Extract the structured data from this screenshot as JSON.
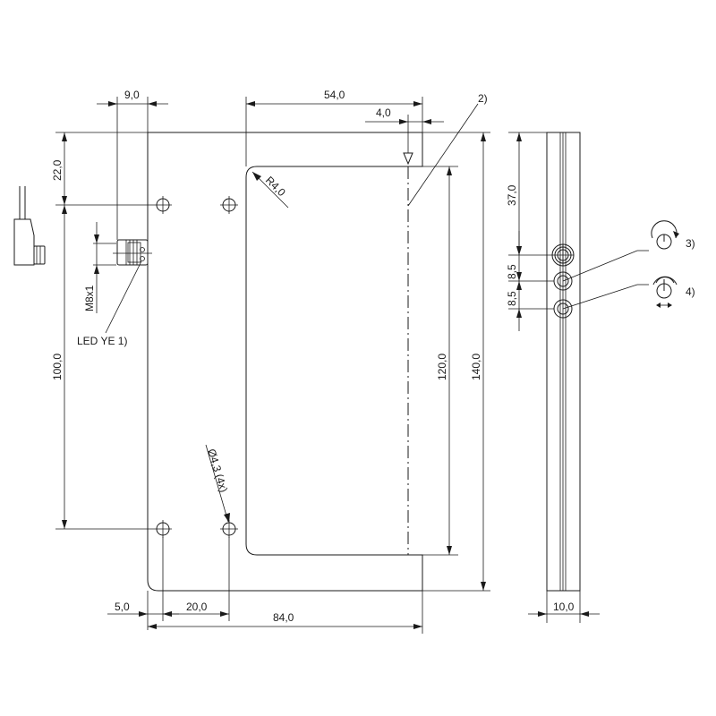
{
  "dimensions": {
    "width_9": "9,0",
    "width_54": "54,0",
    "offset_4": "4,0",
    "height_22": "22,0",
    "radius": "R4,0",
    "height_100": "100,0",
    "height_120": "120,0",
    "height_140": "140,0",
    "height_37": "37,0",
    "pitch_a": "8,5",
    "pitch_b": "8,5",
    "bottom_5": "5,0",
    "bottom_20": "20,0",
    "bottom_84": "84,0",
    "side_10": "10,0"
  },
  "labels": {
    "thread": "M8x1",
    "led": "LED YE 1)",
    "hole": "Ø4,3  (4x)",
    "note_2": "2)",
    "note_3": "3)",
    "note_4": "4)"
  }
}
